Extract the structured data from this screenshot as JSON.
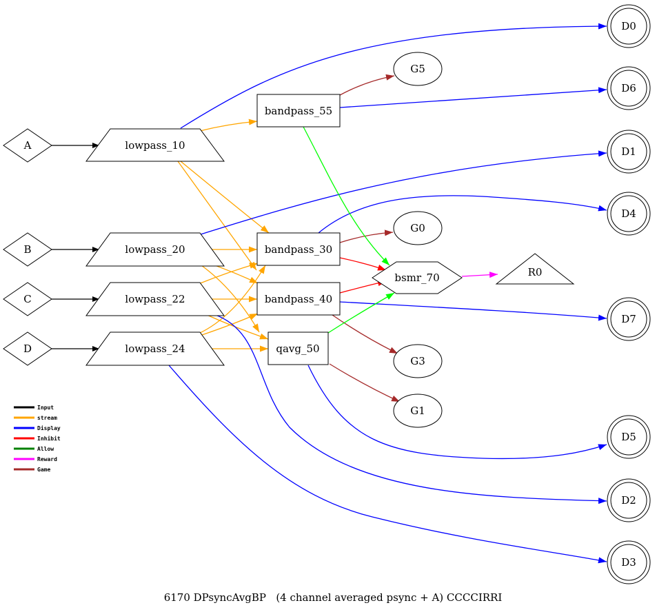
{
  "colors": {
    "input": "#000000",
    "stream": "#FFA500",
    "display": "#0000FF",
    "inhibit": "#FF0000",
    "allow": "#00FF00",
    "reward": "#FF00FF",
    "game": "#A52A2A"
  },
  "legend": [
    {
      "label": "Input",
      "color": "#000000"
    },
    {
      "label": "stream",
      "color": "#FFA500"
    },
    {
      "label": "Display",
      "color": "#0000FF"
    },
    {
      "label": "Inhibit",
      "color": "#FF0000"
    },
    {
      "label": "Allow",
      "color": "#008000"
    },
    {
      "label": "Reward",
      "color": "#FF00FF"
    },
    {
      "label": "Game",
      "color": "#A52A2A"
    }
  ],
  "nodes": {
    "A": "A",
    "B": "B",
    "C": "C",
    "D": "D",
    "lowpass_10": "lowpass_10",
    "lowpass_20": "lowpass_20",
    "lowpass_22": "lowpass_22",
    "lowpass_24": "lowpass_24",
    "bandpass_55": "bandpass_55",
    "bandpass_30": "bandpass_30",
    "bandpass_40": "bandpass_40",
    "qavg_50": "qavg_50",
    "bsmr_70": "bsmr_70",
    "R0": "R0",
    "G5": "G5",
    "G0": "G0",
    "G3": "G3",
    "G1": "G1",
    "D0": "D0",
    "D6": "D6",
    "D1": "D1",
    "D4": "D4",
    "D7": "D7",
    "D5": "D5",
    "D2": "D2",
    "D3": "D3"
  },
  "caption": "6170 DPsyncAvgBP   (4 channel averaged psync + A) CCCCIRRI"
}
